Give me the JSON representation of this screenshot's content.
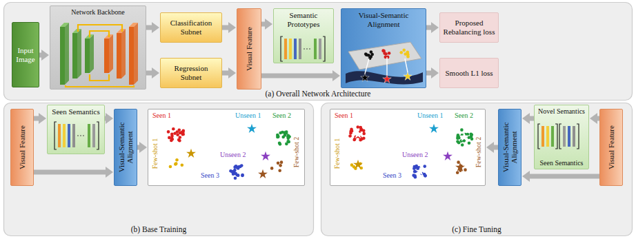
{
  "diagram": {
    "nodes": [
      {
        "text": [
          "(a) Overall Network Architecture"
        ]
      },
      {
        "text": [
          "Input Image"
        ],
        "in": 0
      },
      {
        "text": [
          "Network Backbone"
        ],
        "in": 0
      },
      {
        "text": [
          "Classification Subnet"
        ],
        "in": 0
      },
      {
        "text": [
          "Regression Subnet"
        ],
        "in": 0
      },
      {
        "text": [
          "Visual Feature"
        ],
        "in": 0
      },
      {
        "text": [
          "Semantic Prototypes"
        ],
        "in": 0
      },
      {
        "text": [
          "Visual-Semantic Alignment"
        ],
        "in": 0
      },
      {
        "text": [
          "Proposed Rebalancing loss"
        ],
        "in": 0
      },
      {
        "text": [
          "Smooth L1 loss"
        ],
        "in": 0
      },
      {
        "text": [
          "(b) Base Training"
        ]
      },
      {
        "text": [
          "Visual Feature"
        ],
        "in": 10
      },
      {
        "text": [
          "Seen Semantics"
        ],
        "in": 10
      },
      {
        "text": [
          "Visual-Semantic Alignment"
        ],
        "in": 10
      },
      {
        "text": [
          "Seen 1",
          "Unseen 1",
          "Seen 2",
          "Few-shot 1",
          "Unseen 2",
          "Few-shot 2",
          "Seen 3"
        ],
        "in": 10
      },
      {
        "text": [
          "(c) Fine Tuning"
        ]
      },
      {
        "text": [
          "Seen 1",
          "Unseen 1",
          "Seen 2",
          "Few-shot 1",
          "Unseen 2",
          "Few-shot 2",
          "Seen 3"
        ],
        "in": 15
      },
      {
        "text": [
          "Visual-Semantic Alignment"
        ],
        "in": 15
      },
      {
        "text": [
          "Novel Semantics",
          "Seen Semantics"
        ],
        "in": 15
      },
      {
        "text": [
          "Visual Feature"
        ],
        "in": 15
      }
    ],
    "edges": [
      {
        "from": 1,
        "to": 2,
        "arrow": "to"
      },
      {
        "from": 2,
        "to": 3,
        "arrow": "to"
      },
      {
        "from": 2,
        "to": 4,
        "arrow": "to"
      },
      {
        "from": 3,
        "to": 5,
        "arrow": "to"
      },
      {
        "from": 4,
        "to": 5,
        "arrow": "to"
      },
      {
        "from": 5,
        "to": 6,
        "arrow": "to"
      },
      {
        "from": 6,
        "to": 7,
        "arrow": "to"
      },
      {
        "from": 5,
        "to": 7,
        "arrow": "to"
      },
      {
        "from": 7,
        "to": 8,
        "arrow": "to"
      },
      {
        "from": 7,
        "to": 9,
        "arrow": "to"
      },
      {
        "from": 11,
        "to": 12,
        "arrow": "to"
      },
      {
        "from": 12,
        "to": 13,
        "arrow": "to"
      },
      {
        "from": 11,
        "to": 13,
        "arrow": "to"
      },
      {
        "from": 13,
        "to": 14,
        "arrow": "to"
      },
      {
        "from": 19,
        "to": 18,
        "arrow": "to"
      },
      {
        "from": 18,
        "to": 17,
        "arrow": "to"
      },
      {
        "from": 19,
        "to": 17,
        "arrow": "to"
      },
      {
        "from": 17,
        "to": 16,
        "arrow": "to"
      }
    ]
  }
}
